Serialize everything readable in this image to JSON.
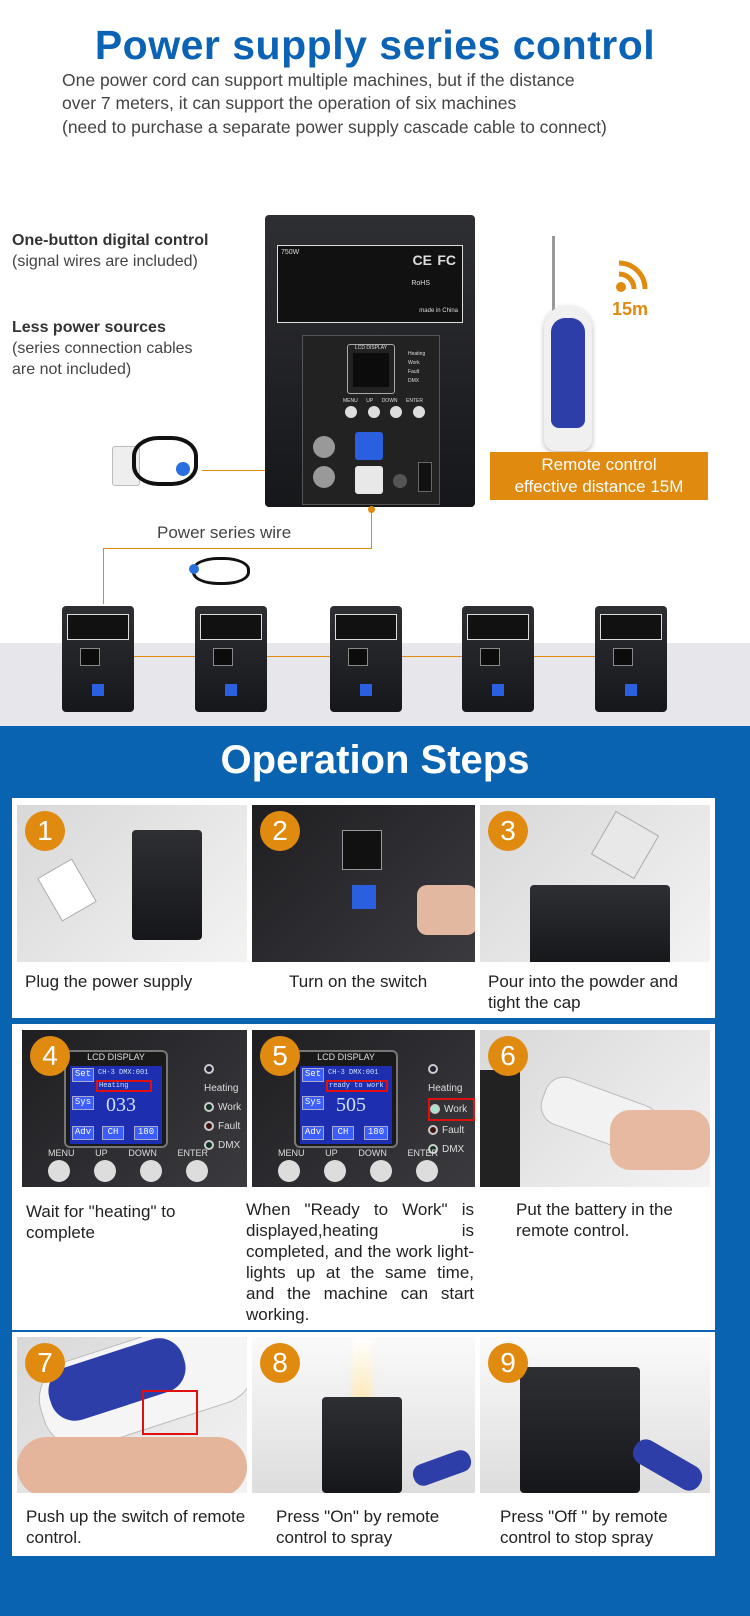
{
  "header": {
    "title": "Power supply series control",
    "lines": [
      "One power cord can support multiple machines, but if the distance",
      "over 7 meters, it can support the operation of six machines",
      "(need to purchase a separate power supply cascade cable to connect)"
    ]
  },
  "features": {
    "f1_title": "One-button digital control",
    "f1_sub": "(signal wires are included)",
    "f2_title": "Less power sources",
    "f2_sub1": "(series connection cables",
    "f2_sub2": "are not included)"
  },
  "machine": {
    "lcd_label": "LCD DISPLAY",
    "buttons": [
      "MENU",
      "UP",
      "DOWN",
      "ENTER"
    ],
    "leds": [
      "Heating",
      "Work",
      "Fault",
      "DMX"
    ],
    "power": "750W",
    "marks": [
      "CE",
      "FC",
      "RoHS",
      "made in China"
    ]
  },
  "remote": {
    "range": "15m",
    "box_line1": "Remote control",
    "box_line2": "effective distance 15M"
  },
  "series_wire_label": "Power series wire",
  "operation": {
    "title": "Operation Steps",
    "steps": [
      {
        "n": "1",
        "caption": "Plug the power supply"
      },
      {
        "n": "2",
        "caption": "Turn on the switch"
      },
      {
        "n": "3",
        "caption": "Pour into the powder and tight the cap"
      },
      {
        "n": "4",
        "caption": "Wait for \"heating\" to complete"
      },
      {
        "n": "5",
        "caption": "When \"Ready to Work\" is displayed,heating is completed, and the work light-lights up at the same time, and the machine can start working."
      },
      {
        "n": "6",
        "caption": "Put the battery in the remote control."
      },
      {
        "n": "7",
        "caption": "Push up the switch of remote control."
      },
      {
        "n": "8",
        "caption": "Press \"On\" by remote control to spray"
      },
      {
        "n": "9",
        "caption": "Press \"Off \" by remote control to stop spray"
      }
    ],
    "lcd4": {
      "line1": "CH-3  DMX:001",
      "status": "Heating",
      "temp": "033"
    },
    "lcd5": {
      "line1": "CH-3  DMX:001",
      "status": "ready to work",
      "temp": "505"
    },
    "lcd_buttons": [
      "Set",
      "Sys",
      "Adv",
      "CH",
      "180"
    ]
  },
  "colors": {
    "blue": "#0a63b0",
    "orange": "#e08a0f"
  }
}
